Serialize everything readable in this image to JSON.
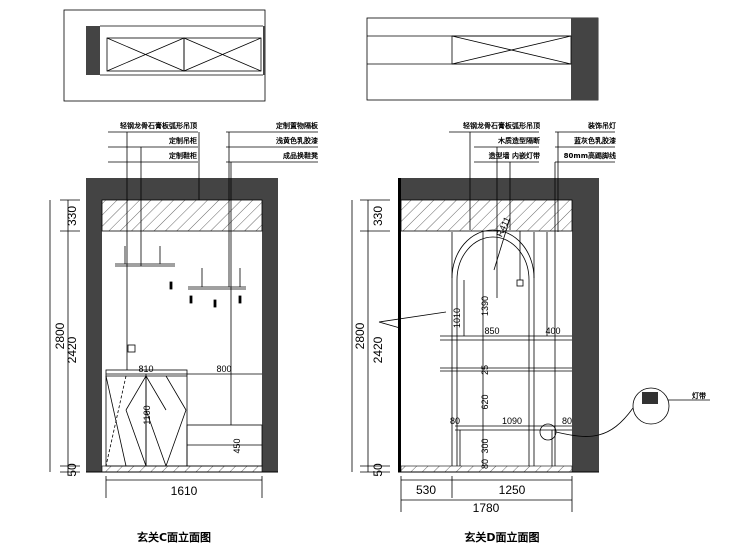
{
  "drawings": {
    "c_title": "玄关C面立面图",
    "d_title": "玄关D面立面图"
  },
  "c_labels": {
    "l1": "轻钢龙骨石膏板弧形吊顶",
    "l2": "定制吊柜",
    "l3": "定制鞋柜",
    "r1": "定制置物隔板",
    "r2": "浅黄色乳胶漆",
    "r3": "成品换鞋凳"
  },
  "d_labels": {
    "l1": "轻钢龙骨石膏板弧形吊顶",
    "l2": "木质造型隔断",
    "l3": "造型墙 内嵌灯带",
    "r1": "装饰吊灯",
    "r2": "蓝灰色乳胶漆",
    "r3": "80mm高踢脚线",
    "detail": "灯带"
  },
  "c_dims": {
    "total_h": "2800",
    "ceiling": "330",
    "mid_h": "2420",
    "base": "50",
    "cab_w": "810",
    "bench_w": "800",
    "cab_h": "1100",
    "bench_h": "450",
    "width": "1610"
  },
  "d_dims": {
    "total_h": "2800",
    "ceiling": "330",
    "mid_h": "2420",
    "base": "50",
    "r": "R411",
    "arch_h": "1390",
    "side_h": "1010",
    "w850": "850",
    "w400": "400",
    "d25": "25",
    "d620": "620",
    "d80a": "80",
    "d1090": "1090",
    "d80b": "80",
    "d300": "300",
    "d80c": "80",
    "w530": "530",
    "w1250": "1250",
    "width": "1780"
  }
}
